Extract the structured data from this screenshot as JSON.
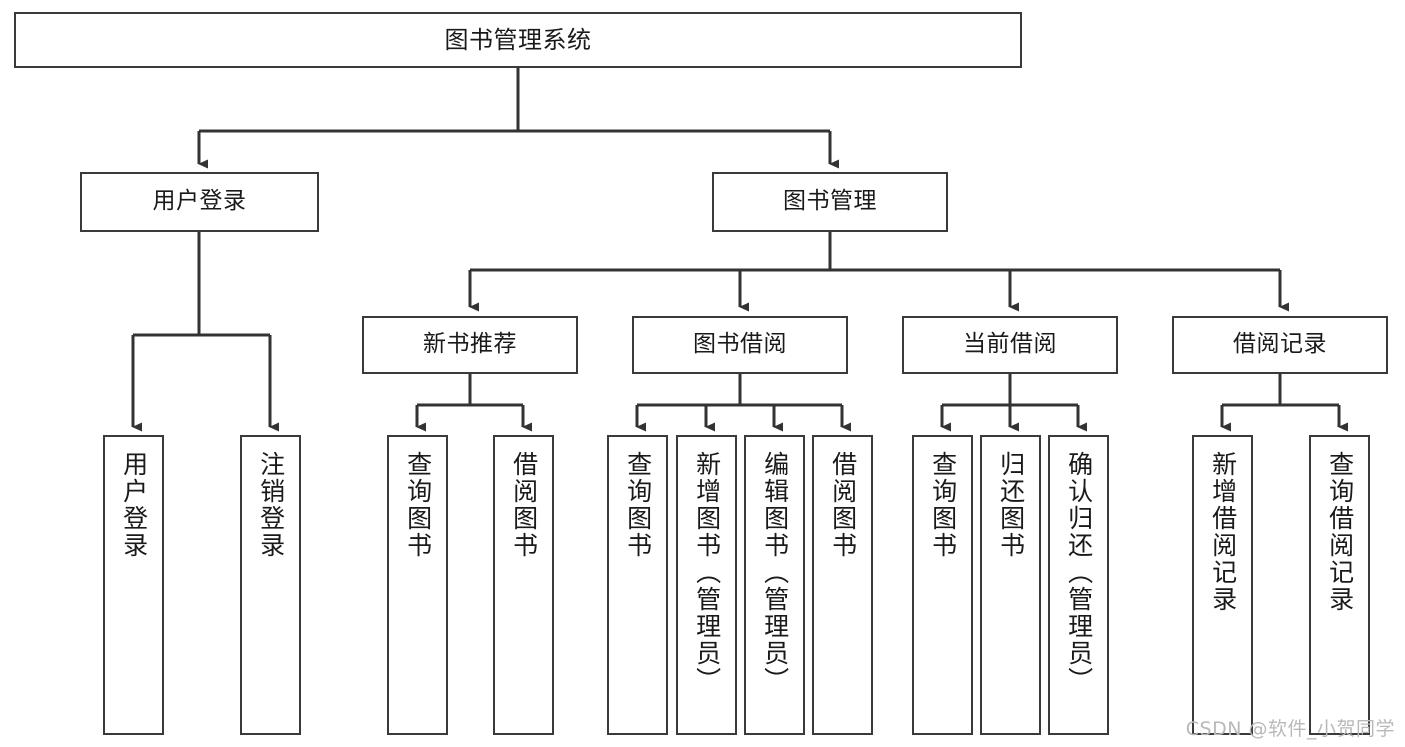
{
  "diagram": {
    "title_node": {
      "label": "图书管理系统"
    },
    "level1": [
      {
        "id": "user-login",
        "label": "用户登录"
      },
      {
        "id": "book-management",
        "label": "图书管理"
      }
    ],
    "level2": [
      {
        "id": "new-book-recommend",
        "label": "新书推荐"
      },
      {
        "id": "book-borrow",
        "label": "图书借阅"
      },
      {
        "id": "current-borrow",
        "label": "当前借阅"
      },
      {
        "id": "borrow-record",
        "label": "借阅记录"
      }
    ],
    "leaves": {
      "user_login": [
        {
          "id": "leaf-user-login",
          "label": "用户登录"
        },
        {
          "id": "leaf-logout-login",
          "label": "注销登录"
        }
      ],
      "new_book_recommend": [
        {
          "id": "leaf-query-book-1",
          "label": "查询图书"
        },
        {
          "id": "leaf-borrow-book-1",
          "label": "借阅图书"
        }
      ],
      "book_borrow": [
        {
          "id": "leaf-query-book-2",
          "label": "查询图书"
        },
        {
          "id": "leaf-add-book",
          "label": "新增图书（管理员）"
        },
        {
          "id": "leaf-edit-book",
          "label": "编辑图书（管理员）"
        },
        {
          "id": "leaf-borrow-book-2",
          "label": "借阅图书"
        }
      ],
      "current_borrow": [
        {
          "id": "leaf-query-book-3",
          "label": "查询图书"
        },
        {
          "id": "leaf-return-book",
          "label": "归还图书"
        },
        {
          "id": "leaf-confirm-return",
          "label": "确认归还（管理员）"
        }
      ],
      "borrow_record": [
        {
          "id": "leaf-add-record",
          "label": "新增借阅记录"
        },
        {
          "id": "leaf-query-record",
          "label": "查询借阅记录"
        }
      ]
    },
    "watermark": "CSDN @软件_小贺同学",
    "colors": {
      "background": "#ffffff",
      "node_border": "#3a3a3a",
      "node_fill": "#ffffff",
      "edge": "#333333",
      "text": "#1a1a1a",
      "watermark": "#b9b9b9"
    }
  }
}
